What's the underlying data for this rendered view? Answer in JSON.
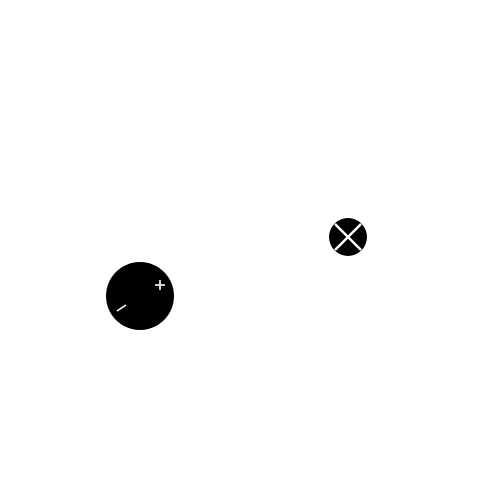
{
  "diagram": {
    "background": "#ffffff",
    "symbols": [
      {
        "name": "battery-cell-symbol",
        "kind": "battery",
        "fill": "#000000",
        "stroke": "#ffffff",
        "terminal_positive_label": "+",
        "terminal_negative_label": "-"
      },
      {
        "name": "lamp-symbol",
        "kind": "lamp",
        "fill": "#000000",
        "stroke": "#ffffff"
      }
    ]
  }
}
